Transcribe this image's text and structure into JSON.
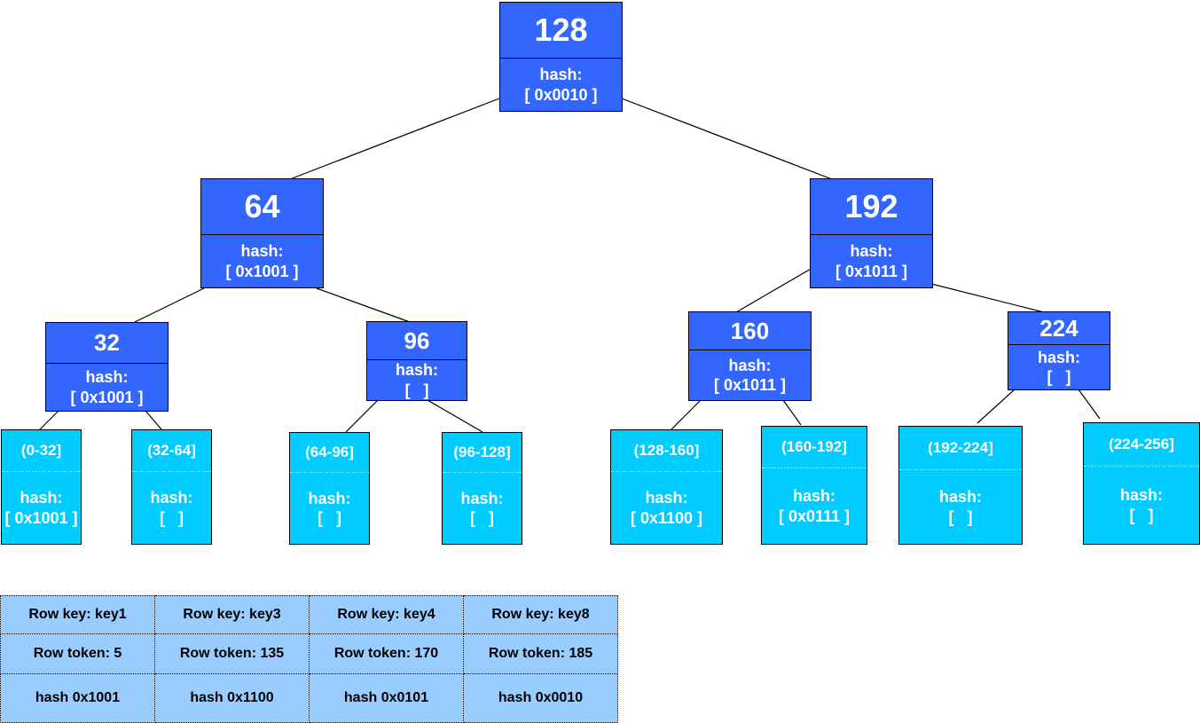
{
  "tree": {
    "hash_label": "hash:",
    "inner_nodes": [
      {
        "id": "n128",
        "token": "128",
        "hash": "[ 0x0010 ]"
      },
      {
        "id": "n64",
        "token": "64",
        "hash": "[ 0x1001 ]"
      },
      {
        "id": "n192",
        "token": "192",
        "hash": "[ 0x1011 ]"
      },
      {
        "id": "n32",
        "token": "32",
        "hash": "[ 0x1001 ]"
      },
      {
        "id": "n96",
        "token": "96",
        "hash": "[   ]"
      },
      {
        "id": "n160",
        "token": "160",
        "hash": "[ 0x1011 ]"
      },
      {
        "id": "n224",
        "token": "224",
        "hash": "[   ]"
      }
    ],
    "leaf_nodes": [
      {
        "id": "l0",
        "range": "(0-32]",
        "hash": "[ 0x1001 ]"
      },
      {
        "id": "l32",
        "range": "(32-64]",
        "hash": "[   ]"
      },
      {
        "id": "l64",
        "range": "(64-96]",
        "hash": "[   ]"
      },
      {
        "id": "l96",
        "range": "(96-128]",
        "hash": "[   ]"
      },
      {
        "id": "l128",
        "range": "(128-160]",
        "hash": "[ 0x1100 ]"
      },
      {
        "id": "l160",
        "range": "(160-192]",
        "hash": "[ 0x0111 ]"
      },
      {
        "id": "l192",
        "range": "(192-224]",
        "hash": "[   ]"
      },
      {
        "id": "l224",
        "range": "(224-256]",
        "hash": "[   ]"
      }
    ]
  },
  "rows": [
    {
      "key": "Row key: key1",
      "token": "Row token: 5",
      "hash": "hash 0x1001"
    },
    {
      "key": "Row key: key3",
      "token": "Row token: 135",
      "hash": "hash 0x1100"
    },
    {
      "key": "Row key: key4",
      "token": "Row token: 170",
      "hash": "hash 0x0101"
    },
    {
      "key": "Row key: key8",
      "token": "Row token: 185",
      "hash": "hash 0x0010"
    }
  ],
  "colors": {
    "inner_node": "#3366ff",
    "leaf_node": "#00ccff",
    "row_table": "#99ccff",
    "edge": "#000000"
  }
}
